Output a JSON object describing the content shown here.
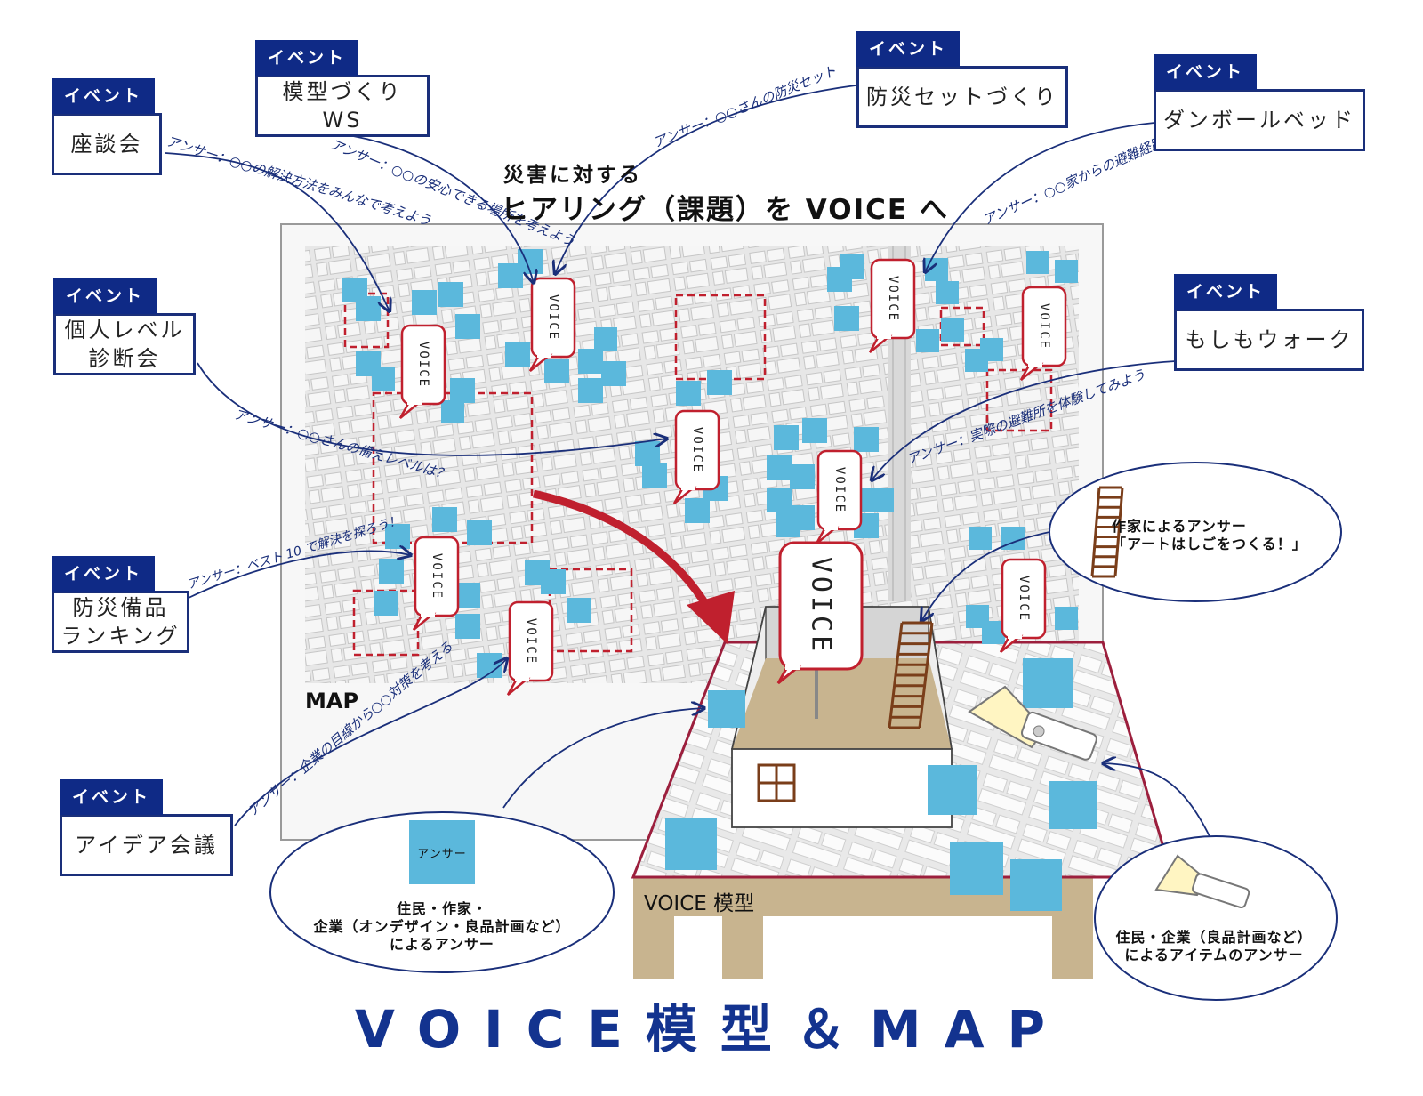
{
  "heading": {
    "line1": "災害に対する",
    "line2": "ヒアリング（課題）を VOICE へ"
  },
  "event_tag": "イベント",
  "events": [
    {
      "id": "zadankai",
      "label": "座談会",
      "answer": "アンサー：○○の解決方法をみんなで考えよう"
    },
    {
      "id": "mokei",
      "label": "模型づくり WS",
      "answer": "アンサー：○○の安心できる場所を考えよう"
    },
    {
      "id": "bousai-set",
      "label": "防災セットづくり",
      "answer": "アンサー：○○さんの防災セット"
    },
    {
      "id": "danboru",
      "label": "ダンボールベッド",
      "answer": "アンサー：○○家からの避難経路を提案"
    },
    {
      "id": "kojin",
      "label": "個人レベル\n診断会",
      "answer": "アンサー：○○さんの備えレベルは？"
    },
    {
      "id": "moshimo",
      "label": "もしもウォーク",
      "answer": "アンサー：実際の避難所を体験してみよう"
    },
    {
      "id": "bihin",
      "label": "防災備品\nランキング",
      "answer": "アンサー：ベスト 10 で解決を探ろう！"
    },
    {
      "id": "idea",
      "label": "アイデア会議",
      "answer": "アンサー：企業の目線から○○対策を考える"
    }
  ],
  "voice_bubble": "VOICE",
  "map_label": "MAP",
  "model_label": "VOICE 模型",
  "answer_square_label": "アンサー",
  "ellipses": {
    "left": "住民・作家・\n企業（オンデザイン・良品計画など）\nによるアンサー",
    "artist": "作家によるアンサー\n「アートはしごをつくる！」",
    "items": "住民・企業（良品計画など）\nによるアイテムのアンサー"
  },
  "title": "VOICE模型＆MAP",
  "colors": {
    "navy": "#0f2a86",
    "accent_red": "#c0202e",
    "answer_blue": "#5bb8dc",
    "frame_red": "#9c1f3d",
    "wood": "#7a3e1a",
    "floor": "#c8b48f"
  }
}
